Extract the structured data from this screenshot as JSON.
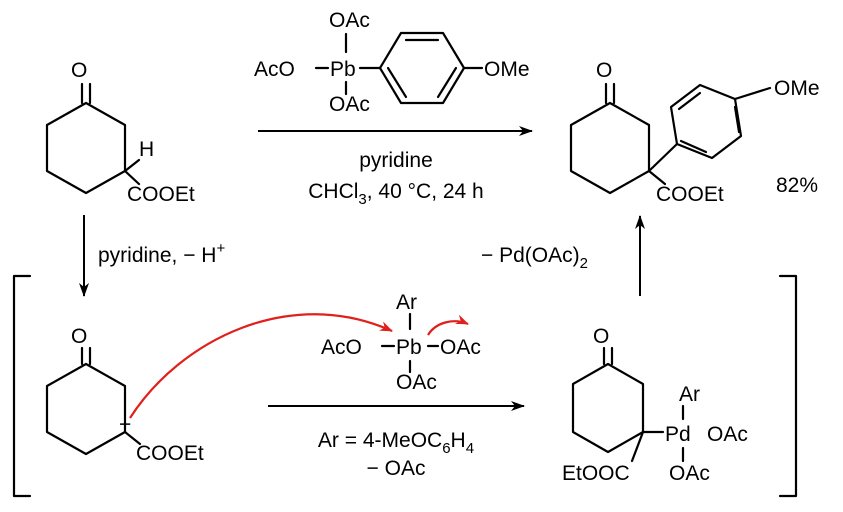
{
  "colors": {
    "ink": "#000000",
    "electron_arrow": "#e0201b",
    "background": "#ffffff"
  },
  "top_reagent": {
    "oac_top": "OAc",
    "aco_left": "AcO",
    "pb": "Pb",
    "oac_bottom": "OAc",
    "ome": "OMe"
  },
  "top_conditions": {
    "line1": "pyridine",
    "line2_pre": "CHCl",
    "line2_sub": "3",
    "line2_post": ", 40 °C, 24 h"
  },
  "start_material": {
    "o": "O",
    "h": "H",
    "ester": "COOEt"
  },
  "product": {
    "o": "O",
    "ome": "OMe",
    "ester": "COOEt",
    "yield": "82%"
  },
  "left_step": {
    "label_pre": "pyridine, − H",
    "label_sup": "+"
  },
  "right_step": {
    "label_pre": "− Pd(OAc)",
    "label_sub": "2"
  },
  "enolate": {
    "o": "O",
    "charge": "−",
    "ester": "COOEt"
  },
  "lead_complex": {
    "ar": "Ar",
    "aco": "AcO",
    "pb": "Pb",
    "oac_right": "OAc",
    "oac_bottom": "OAc"
  },
  "bottom_conditions": {
    "line1_pre": "Ar = 4-MeOC",
    "line1_sub1": "6",
    "line1_mid": "H",
    "line1_sub2": "4",
    "line2": "− OAc"
  },
  "intermediate": {
    "o": "O",
    "ar": "Ar",
    "pd": "Pd",
    "oac_right": "OAc",
    "oac_bottom": "OAc",
    "ester": "EtOOC"
  }
}
